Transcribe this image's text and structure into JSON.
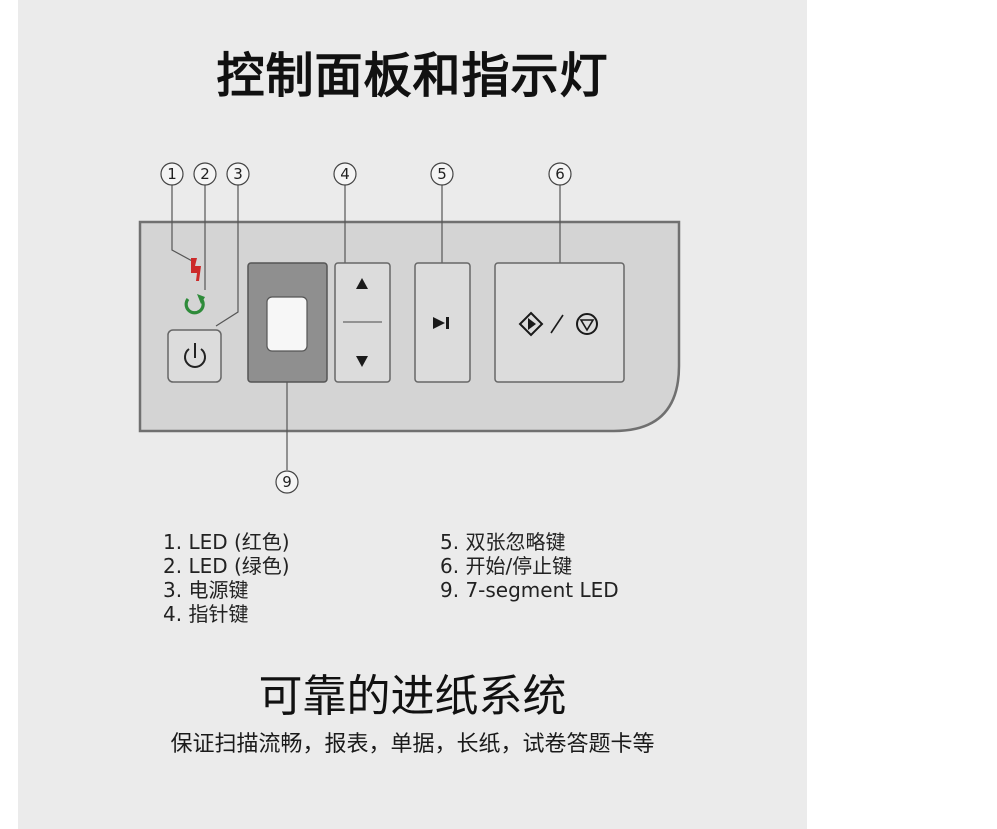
{
  "title": "控制面板和指示灯",
  "callouts": [
    "1",
    "2",
    "3",
    "4",
    "5",
    "6",
    "9"
  ],
  "legend": {
    "left": [
      "1. LED (红色)",
      "2. LED (绿色)",
      "3. 电源键",
      "4. 指针键"
    ],
    "right": [
      "5. 双张忽略键",
      "6. 开始/停止键",
      "9. 7-segment LED"
    ]
  },
  "feed_title": "可靠的进纸系统",
  "feed_subtitle": "保证扫描流畅，报表，单据，长纸，试卷答题卡等",
  "colors": {
    "led_red": "#cc2a2a",
    "led_green": "#2e8b3a",
    "panel": "#d3d3d3",
    "button": "#dcdcdc",
    "display_frame": "#8f8f8f"
  },
  "icons": {
    "power": "power-icon",
    "up": "triangle-up-icon",
    "down": "triangle-down-icon",
    "skip": "skip-forward-icon",
    "start": "start-diamond-icon",
    "stop": "stop-circle-icon",
    "error": "error-lightning-icon",
    "ready": "ready-circle-arrow-icon"
  }
}
